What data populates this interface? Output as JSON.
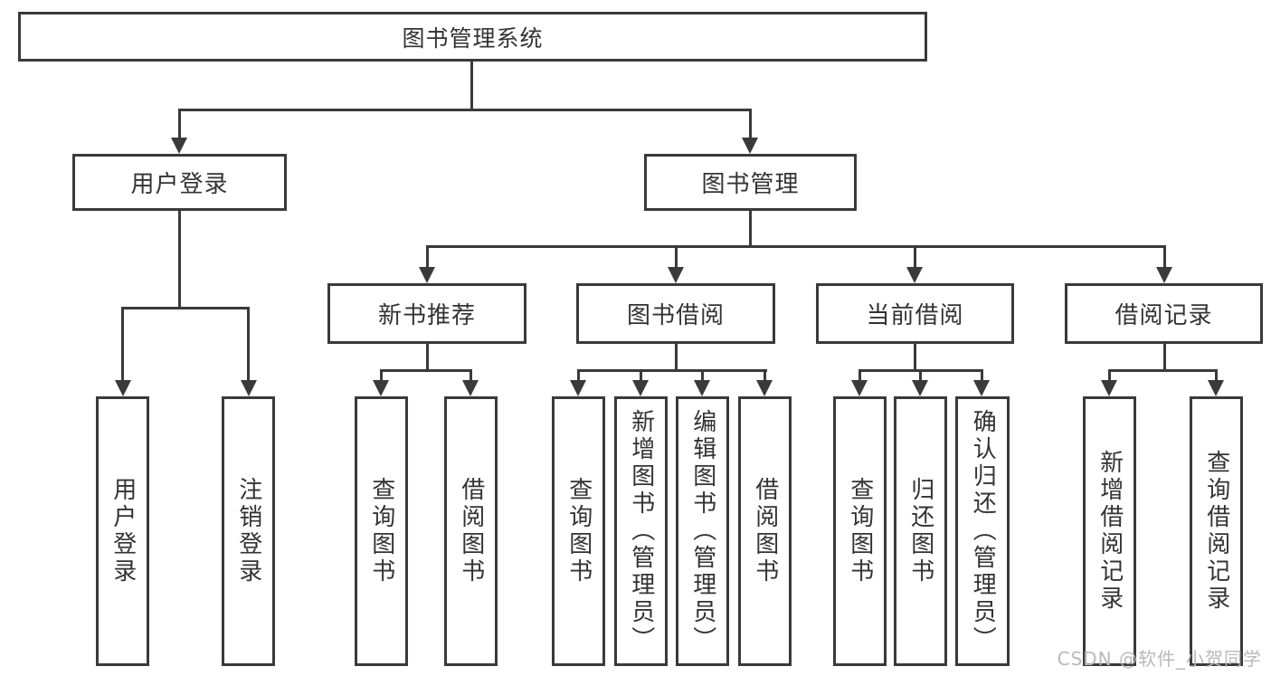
{
  "tree": {
    "label": "图书管理系统",
    "children": [
      {
        "label": "用户登录",
        "children": [
          {
            "label": "用户登录"
          },
          {
            "label": "注销登录"
          }
        ]
      },
      {
        "label": "图书管理",
        "children": [
          {
            "label": "新书推荐",
            "children": [
              {
                "label": "查询图书"
              },
              {
                "label": "借阅图书"
              }
            ]
          },
          {
            "label": "图书借阅",
            "children": [
              {
                "label": "查询图书"
              },
              {
                "label": "新增图书（管理员）"
              },
              {
                "label": "编辑图书（管理员）"
              },
              {
                "label": "借阅图书"
              }
            ]
          },
          {
            "label": "当前借阅",
            "children": [
              {
                "label": "查询图书"
              },
              {
                "label": "归还图书"
              },
              {
                "label": "确认归还（管理员）"
              }
            ]
          },
          {
            "label": "借阅记录",
            "children": [
              {
                "label": "新增借阅记录"
              },
              {
                "label": "查询借阅记录"
              }
            ]
          }
        ]
      }
    ]
  },
  "watermark": {
    "text": "CSDN @软件_小贺同学"
  },
  "colors": {
    "line": "#3a3a3a",
    "text": "#333333",
    "watermark": "#b9b9b9",
    "background": "#ffffff"
  }
}
